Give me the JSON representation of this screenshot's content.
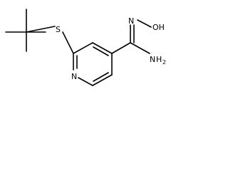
{
  "molecule": {
    "atoms": {
      "sulfur": "S",
      "ring_nitrogen": "N",
      "oxime_nitrogen": "N",
      "hydroxyl": "OH",
      "amine_n": "N",
      "amine_h": "H",
      "amine_subscript": "2"
    }
  }
}
